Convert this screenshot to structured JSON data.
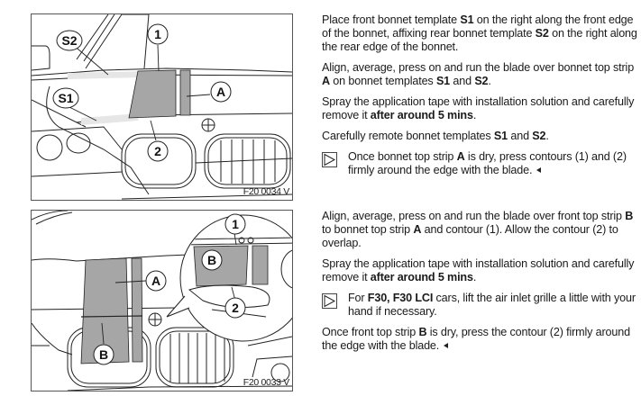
{
  "figures": [
    {
      "code": "F20 0034 V",
      "callouts": [
        "S2",
        "1",
        "S1",
        "A",
        "2"
      ]
    },
    {
      "code": "F20 0033 V",
      "callouts": [
        "1",
        "B",
        "A",
        "2",
        "B"
      ]
    }
  ],
  "section1": {
    "p1": {
      "t1": "Place front bonnet template ",
      "b1": "S1",
      "t2": " on the right along the front edge of the bonnet, affixing rear bonnet template ",
      "b2": "S2",
      "t3": " on the right along the rear edge of the bonnet."
    },
    "p2": {
      "t1": "Align, average, press on and run the blade over bonnet top strip ",
      "b1": "A",
      "t2": " on bonnet templates ",
      "b2": "S1",
      "t3": " and ",
      "b3": "S2",
      "t4": "."
    },
    "p3": {
      "t1": "Spray the application tape with installation solution and carefully remove it ",
      "b1": "after around 5 mins",
      "t2": "."
    },
    "p4": {
      "t1": "Carefully remote bonnet templates ",
      "b1": "S1",
      "t2": " and ",
      "b2": "S2",
      "t3": "."
    },
    "note": {
      "t1": "Once bonnet top strip ",
      "b1": "A",
      "t2": " is dry, press contours (1) and (2) firmly around the edge with the blade."
    }
  },
  "section2": {
    "p1": {
      "t1": "Align, average, press on and run the blade over front top strip ",
      "b1": "B",
      "t2": " to bonnet top strip ",
      "b2": "A",
      "t3": " and contour (1). Allow the contour (2) to overlap."
    },
    "p2": {
      "t1": "Spray the application tape with installation solution and carefully remove it ",
      "b1": "after around 5 mins",
      "t2": "."
    },
    "note": {
      "t1": "For ",
      "b1": "F30, F30 LCI",
      "t2": " cars, lift the air inlet grille a little with your hand if necessary."
    },
    "p3": {
      "t1": "Once front top strip ",
      "b1": "B",
      "t2": " is dry, press the contour (2) firmly around the edge with the blade."
    }
  },
  "colors": {
    "strip": "#a6a6a6",
    "line": "#222222"
  }
}
